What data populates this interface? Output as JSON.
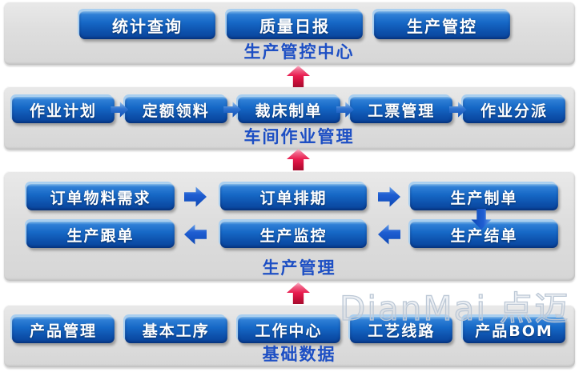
{
  "watermark": {
    "text": "DianMai 点迈",
    "color": "#bcc8d6"
  },
  "colors": {
    "button_blue_dark": "#0a47a0",
    "button_blue_mid": "#1668c6",
    "button_highlight": "#8fc3ec",
    "band_gray": "#dedede",
    "label_blue": "#1d4fc4",
    "flow_arrow_blue": "#0d4db4",
    "level_arrow_red": "#e81c4f",
    "button_text": "#ffffff"
  },
  "icons": {
    "flow_right": "arrow-right-icon",
    "flow_left": "arrow-left-icon",
    "flow_down": "arrow-down-icon",
    "level_up": "arrow-up-icon"
  },
  "bands": [
    {
      "label": "生产管控中心",
      "buttons": [
        "统计查询",
        "质量日报",
        "生产管控"
      ]
    },
    {
      "label": "车间作业管理",
      "buttons": [
        "作业计划",
        "定额领料",
        "裁床制单",
        "工票管理",
        "作业分派"
      ]
    },
    {
      "label": "生产管理",
      "rows": [
        [
          "订单物料需求",
          "订单排期",
          "生产制单"
        ],
        [
          "生产跟单",
          "生产监控",
          "生产结单"
        ]
      ]
    },
    {
      "label": "基础数据",
      "buttons": [
        "产品管理",
        "基本工序",
        "工作中心",
        "工艺线路",
        "产品BOM"
      ]
    }
  ]
}
